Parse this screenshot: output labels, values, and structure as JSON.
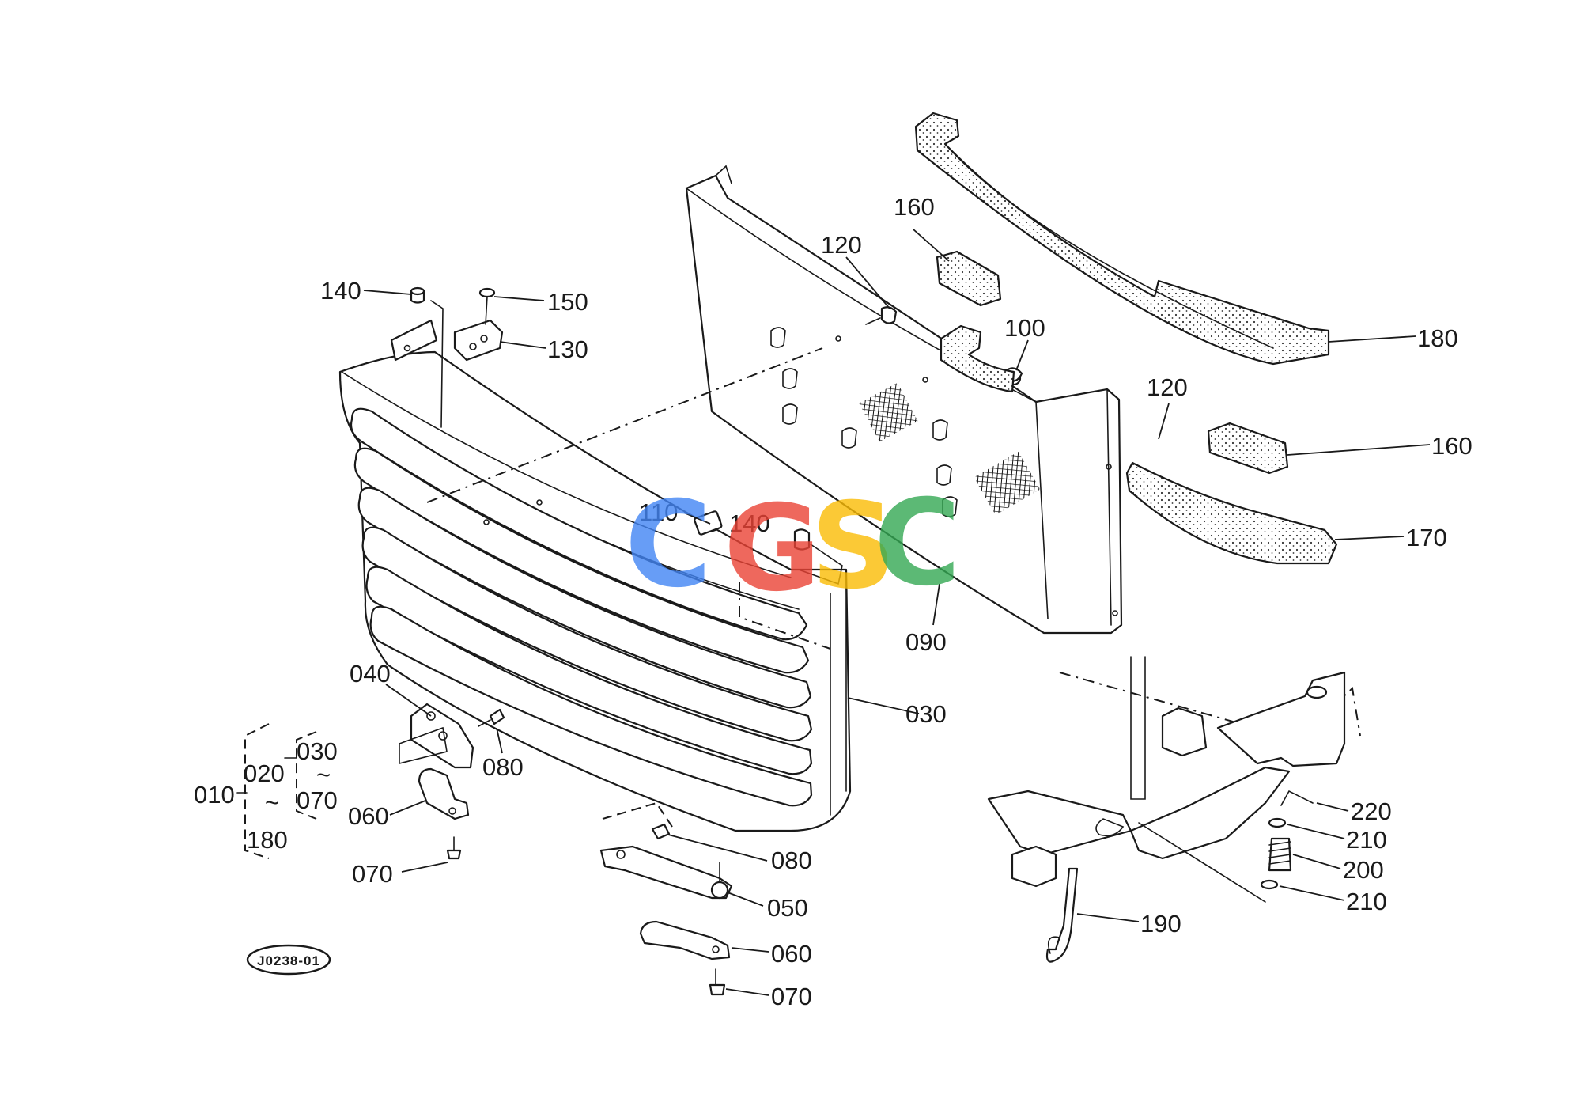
{
  "labels": {
    "p140a": "140",
    "p150": "150",
    "p130": "130",
    "p120a": "120",
    "p160a": "160",
    "p100": "100",
    "p180r": "180",
    "p120b": "120",
    "p160b": "160",
    "p170": "170",
    "p110": "110",
    "p140b": "140",
    "p090": "090",
    "p030r": "030",
    "p040": "040",
    "p080a": "080",
    "p030s": "030",
    "p020": "020",
    "p070s": "070",
    "p010": "010",
    "p180s": "180",
    "p060a": "060",
    "p070a": "070",
    "p080b": "080",
    "p050": "050",
    "p060b": "060",
    "p070b": "070",
    "p220": "220",
    "p210a": "210",
    "p200": "200",
    "p210b": "210",
    "p190": "190"
  },
  "range_marks": {
    "m1": "~",
    "m2": "~"
  },
  "drawing_number": "J0238-01",
  "watermark": {
    "letters": [
      "C",
      "G",
      "S",
      "C"
    ],
    "colors": [
      "#4285F4",
      "#EA4335",
      "#FBBC05",
      "#34A853"
    ]
  }
}
